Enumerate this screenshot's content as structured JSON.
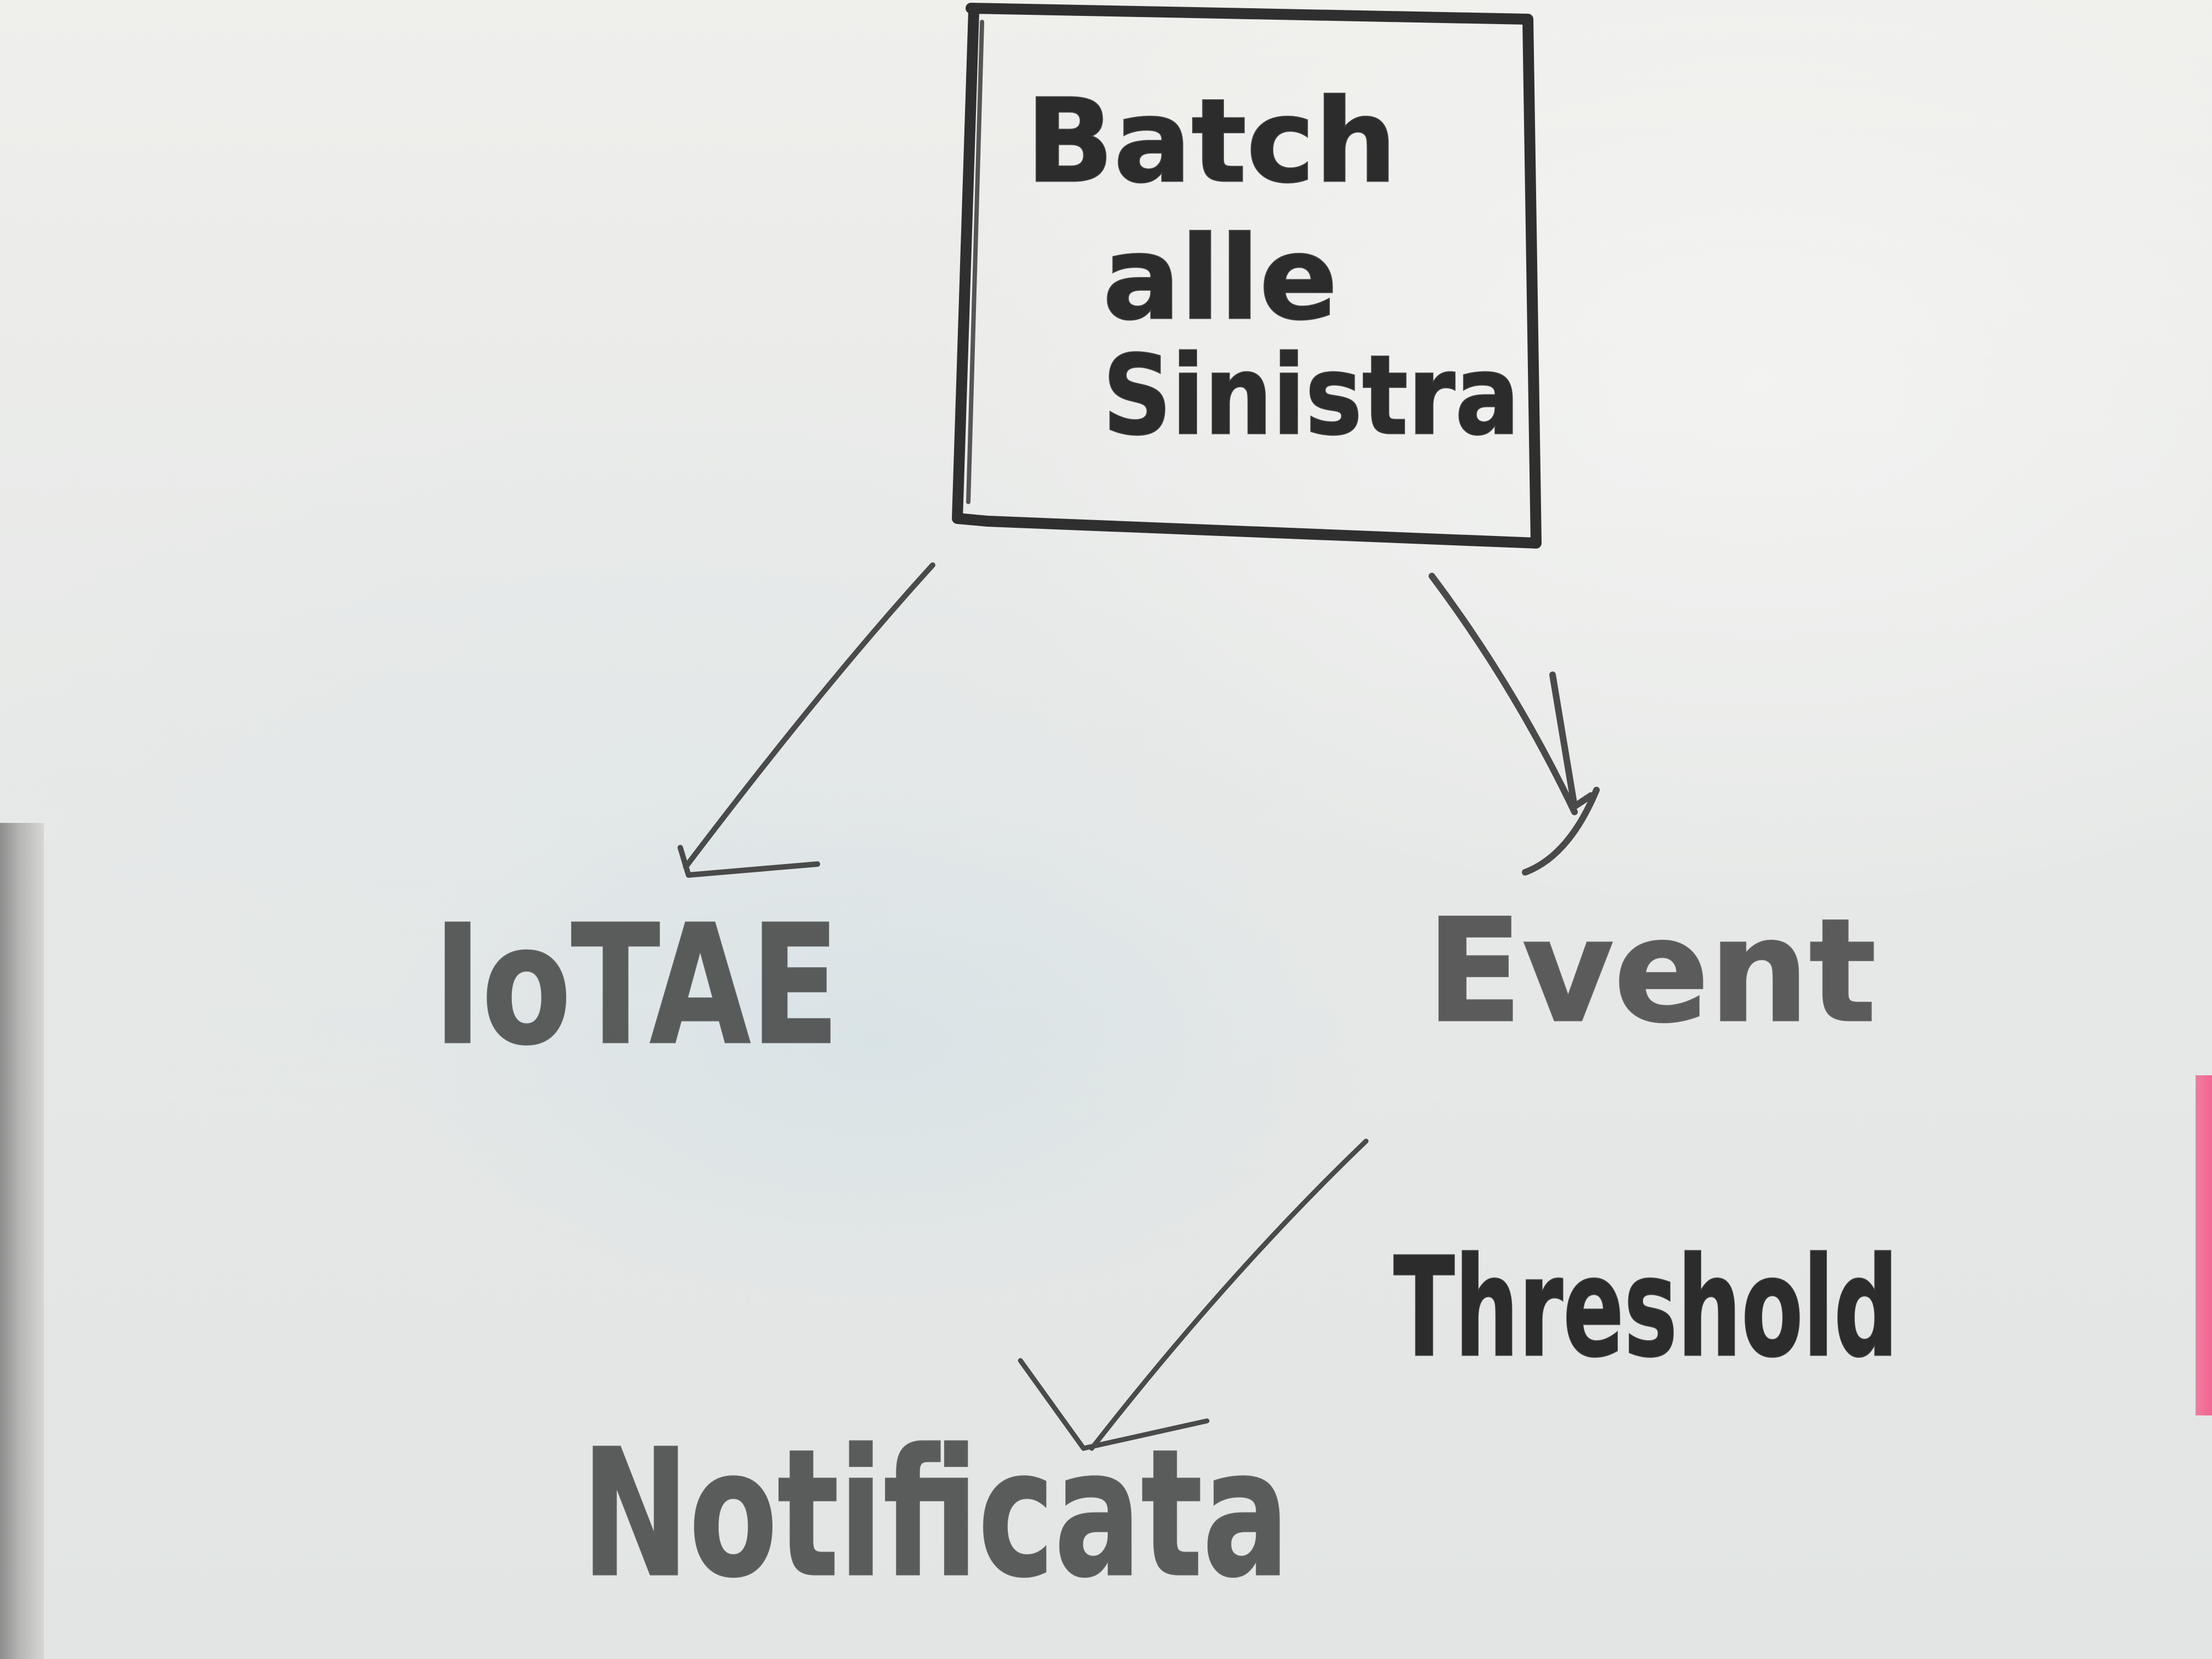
{
  "diagram": {
    "nodes": {
      "box": {
        "line1": "Batch",
        "line2": "alle",
        "line3": "Sinistra"
      },
      "iotae": "IoTAE",
      "event": "Event",
      "threshold": "Threshold",
      "notifica": "Notificata"
    },
    "edges": [
      {
        "from": "box",
        "to": "iotae",
        "style": "arrow"
      },
      {
        "from": "box",
        "to": "event",
        "style": "arrow"
      },
      {
        "from": "event",
        "to": "notifica",
        "style": "arrow"
      }
    ]
  },
  "colors": {
    "marker": "#2c2c2c",
    "board": "#e9ebea",
    "sticky_note": "#f25c8d"
  }
}
